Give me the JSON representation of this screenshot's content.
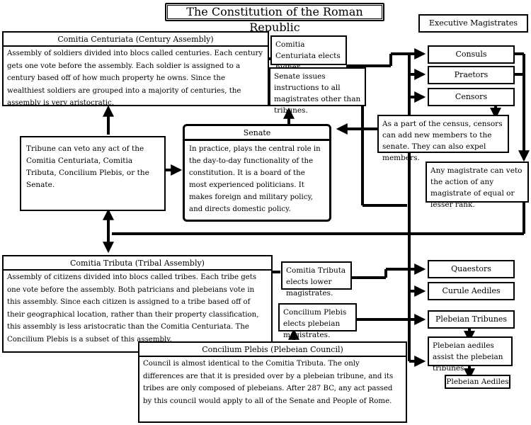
{
  "title": "The Constitution of the Roman Republic",
  "executive_header": "Executive Magistrates",
  "century": {
    "title": "Comitia Centuriata (Century Assembly)",
    "body": "Assembly of soldiers divided into blocs called centuries. Each century gets one vote before the assembly. Each soldier is assigned to a century based off of how much property he owns. Since the wealthiest soldiers are grouped into a majority of centuries, the assembly is very aristocratic."
  },
  "notes": {
    "centuriata_elects": "Comitia Centuriata elects higher magistrates.",
    "senate_instructions": "Senate issues instructions to all magistrates other than tribunes.",
    "tribune_veto": "Tribune can veto any act of the Comitia Centuriata, Comitia Tributa, Concilium Plebis, or the Senate.",
    "censors_role": "As a part of the census, censors can add new members to the senate. They can also expel members.",
    "magistrate_veto": "Any magistrate can veto the action of any magistrate of equal or lesser rank.",
    "tributa_elects": "Comitia Tributa elects lower magistrates.",
    "plebis_elects": "Concilium Plebis elects plebeian magistrates.",
    "aediles_assist": "Plebeian aediles assist the plebeian tribunes."
  },
  "senate": {
    "title": "Senate",
    "body": "In practice, plays the central role in the day-to-day functionality of the constitution. It is a board of the most experienced politicians. It makes foreign and military policy, and directs domestic policy."
  },
  "tributa": {
    "title": "Comitia Tributa (Tribal Assembly)",
    "body": "Assembly of citizens divided into blocs called tribes. Each tribe gets one vote before the assembly. Both patricians and plebeians vote in this assembly. Since each citizen is assigned to a tribe based off of their geographical location, rather than their property classification, this assembly is less aristocratic than the Comitia Centuriata. The Concilium Plebis is a subset of this assembly."
  },
  "plebis": {
    "title": "Concilium Plebis (Plebeian Council)",
    "body": "Council is almost identical to the Comitia Tributa. The only differences are that it is presided over by a plebeian tribune, and its tribes are only composed of plebeians. After 287 BC, any act passed by this council would apply to all of the Senate and People of Rome."
  },
  "magistrates": {
    "consuls": "Consuls",
    "praetors": "Praetors",
    "censors": "Censors",
    "quaestors": "Quaestors",
    "curule_aediles": "Curule Aediles",
    "plebeian_tribunes": "Plebeian Tribunes",
    "plebeian_aediles": "Plebeian Aediles"
  }
}
